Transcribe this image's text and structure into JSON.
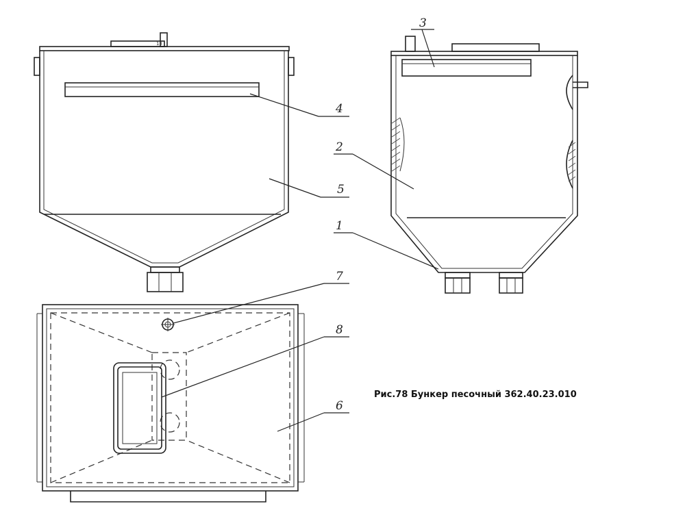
{
  "caption": "Рис.78 Бункер песочный 362.40.23.010",
  "callouts": {
    "c1": "1",
    "c2": "2",
    "c3": "3",
    "c4": "4",
    "c5": "5",
    "c6": "6",
    "c7": "7",
    "c8": "8"
  },
  "plate_mark": "13"
}
